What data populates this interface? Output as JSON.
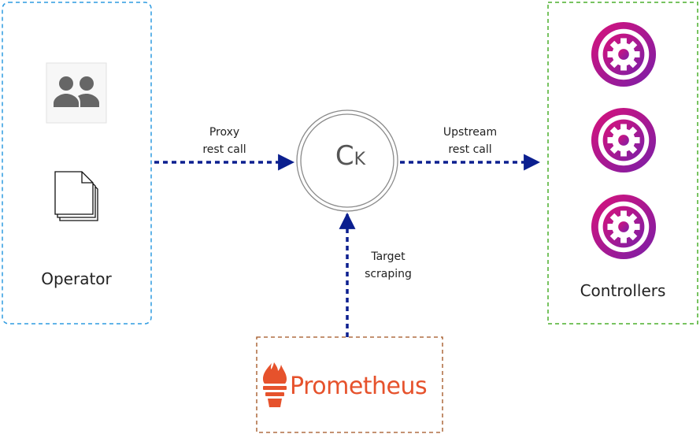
{
  "groups": {
    "operator": {
      "label": "Operator",
      "border_color": "#2f9be0"
    },
    "controllers": {
      "label": "Controllers",
      "border_color": "#4caf2d"
    },
    "prometheus": {
      "label": "Prometheus",
      "border_color": "#a0521e"
    }
  },
  "hub": {
    "letter_c": "C",
    "letter_k": "K"
  },
  "edges": {
    "proxy": {
      "line1": "Proxy",
      "line2": "rest call"
    },
    "upstream": {
      "line1": "Upstream",
      "line2": "rest call"
    },
    "scrape": {
      "line1": "Target",
      "line2": "scraping"
    }
  },
  "colors": {
    "edge": "#0b1f8f",
    "controller_gradient": [
      "#d8127a",
      "#7a1fa8"
    ],
    "prometheus": "#e6522c",
    "users_icon": "#666666"
  },
  "icons": {
    "users": "users-icon",
    "documents": "documents-icon",
    "controller": "gear-icon",
    "prometheus": "prometheus-torch-icon"
  }
}
